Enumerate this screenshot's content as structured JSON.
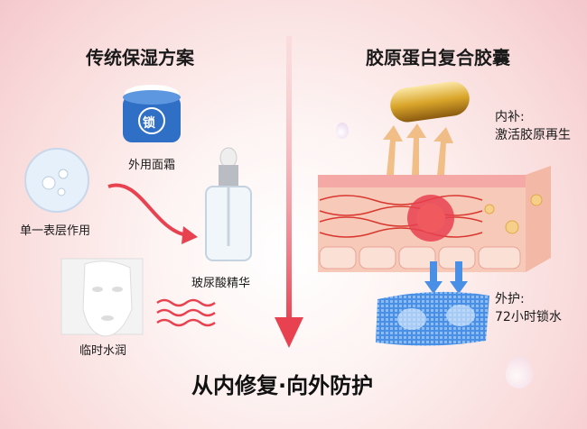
{
  "left": {
    "title": "传统保湿方案",
    "cream": {
      "badge": "锁",
      "label": "外用面霜"
    },
    "surface": {
      "label": "单一表层作用"
    },
    "serum": {
      "label": "玻尿酸精华"
    },
    "mask": {
      "label": "临时水润"
    }
  },
  "right": {
    "title": "胶原蛋白复合胶囊",
    "inner": {
      "line1": "内补:",
      "line2": "激活胶原再生"
    },
    "outer": {
      "line1": "外护:",
      "line2": "72小时锁水"
    }
  },
  "bottom": {
    "slogan": "从内修复·向外防护"
  },
  "colors": {
    "accent_red": "#e8414f",
    "gold": "#d9a52a",
    "blue": "#4a8fe6",
    "skin": "#f7c9b8"
  }
}
